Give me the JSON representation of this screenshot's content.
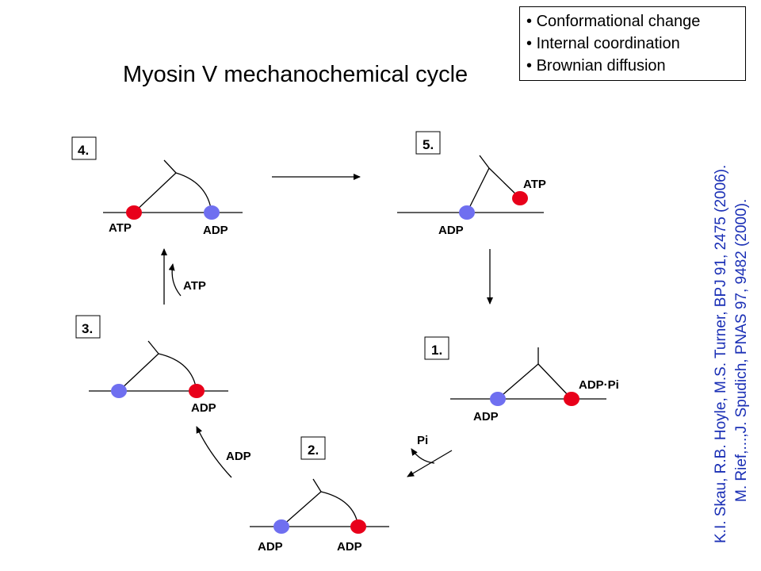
{
  "title": "Myosin V mechanochemical cycle",
  "legend": [
    "Conformational change",
    "Internal coordination",
    "Brownian diffusion"
  ],
  "references": {
    "line1": "K.I. Skau, R.B. Hoyle, M.S. Turner, BPJ 91, 2475 (2006).",
    "line2": "M. Rief,...,J. Spudich, PNAS 97, 9482 (2000)."
  },
  "states": {
    "s4": {
      "label": "4.",
      "left_nucleotide": "ATP",
      "right_nucleotide": "ADP"
    },
    "s5": {
      "label": "5.",
      "left_nucleotide": "ADP",
      "right_nucleotide": "ATP"
    },
    "s1": {
      "label": "1.",
      "left_nucleotide": "ADP",
      "right_nucleotide": "ADP·Pi"
    },
    "s2": {
      "label": "2.",
      "left_nucleotide": "ADP",
      "right_nucleotide": "ADP"
    },
    "s3": {
      "label": "3.",
      "left_nucleotide": "",
      "right_nucleotide": "ADP"
    }
  },
  "transitions": {
    "t3to4": "ATP",
    "t1to2": "Pi",
    "t2to3": "ADP"
  },
  "colors": {
    "atp_head": "#e8001a",
    "adp_head": "#6f6ff0",
    "line": "#000000"
  }
}
